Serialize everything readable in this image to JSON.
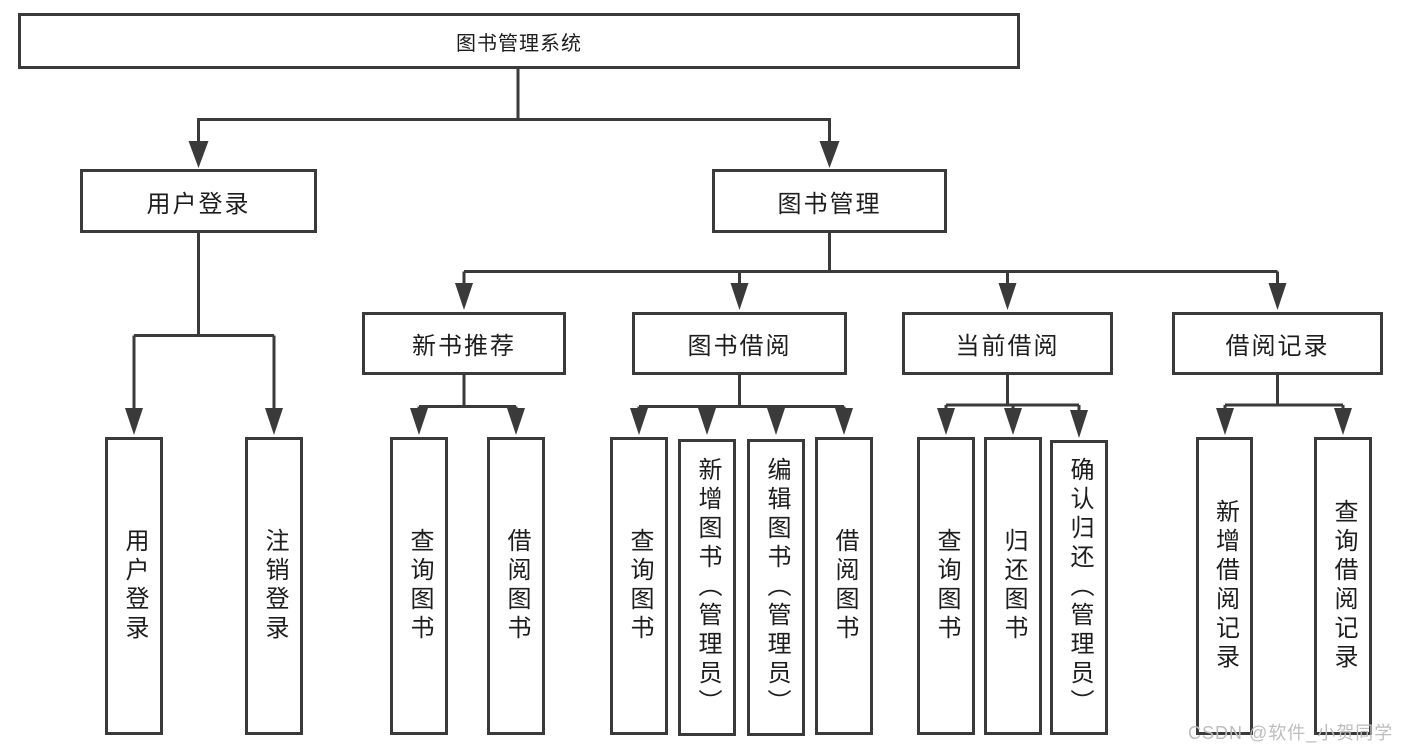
{
  "tree": {
    "root": "图书管理系统",
    "branches": [
      {
        "label": "用户登录",
        "leaves": [
          "用户登录",
          "注销登录"
        ]
      },
      {
        "label": "图书管理",
        "groups": [
          {
            "label": "新书推荐",
            "leaves": [
              "查询图书",
              "借阅图书"
            ]
          },
          {
            "label": "图书借阅",
            "leaves": [
              "查询图书",
              "新增图书（管理员）",
              "编辑图书（管理员）",
              "借阅图书"
            ]
          },
          {
            "label": "当前借阅",
            "leaves": [
              "查询图书",
              "归还图书",
              "确认归还（管理员）"
            ]
          },
          {
            "label": "借阅记录",
            "leaves": [
              "新增借阅记录",
              "查询借阅记录"
            ]
          }
        ]
      }
    ]
  },
  "watermark": "CSDN @软件_小贺同学",
  "colors": {
    "line": "#3a3a3a",
    "text": "#1d1d1d",
    "watermark": "#bdbdbd",
    "background": "#ffffff"
  }
}
